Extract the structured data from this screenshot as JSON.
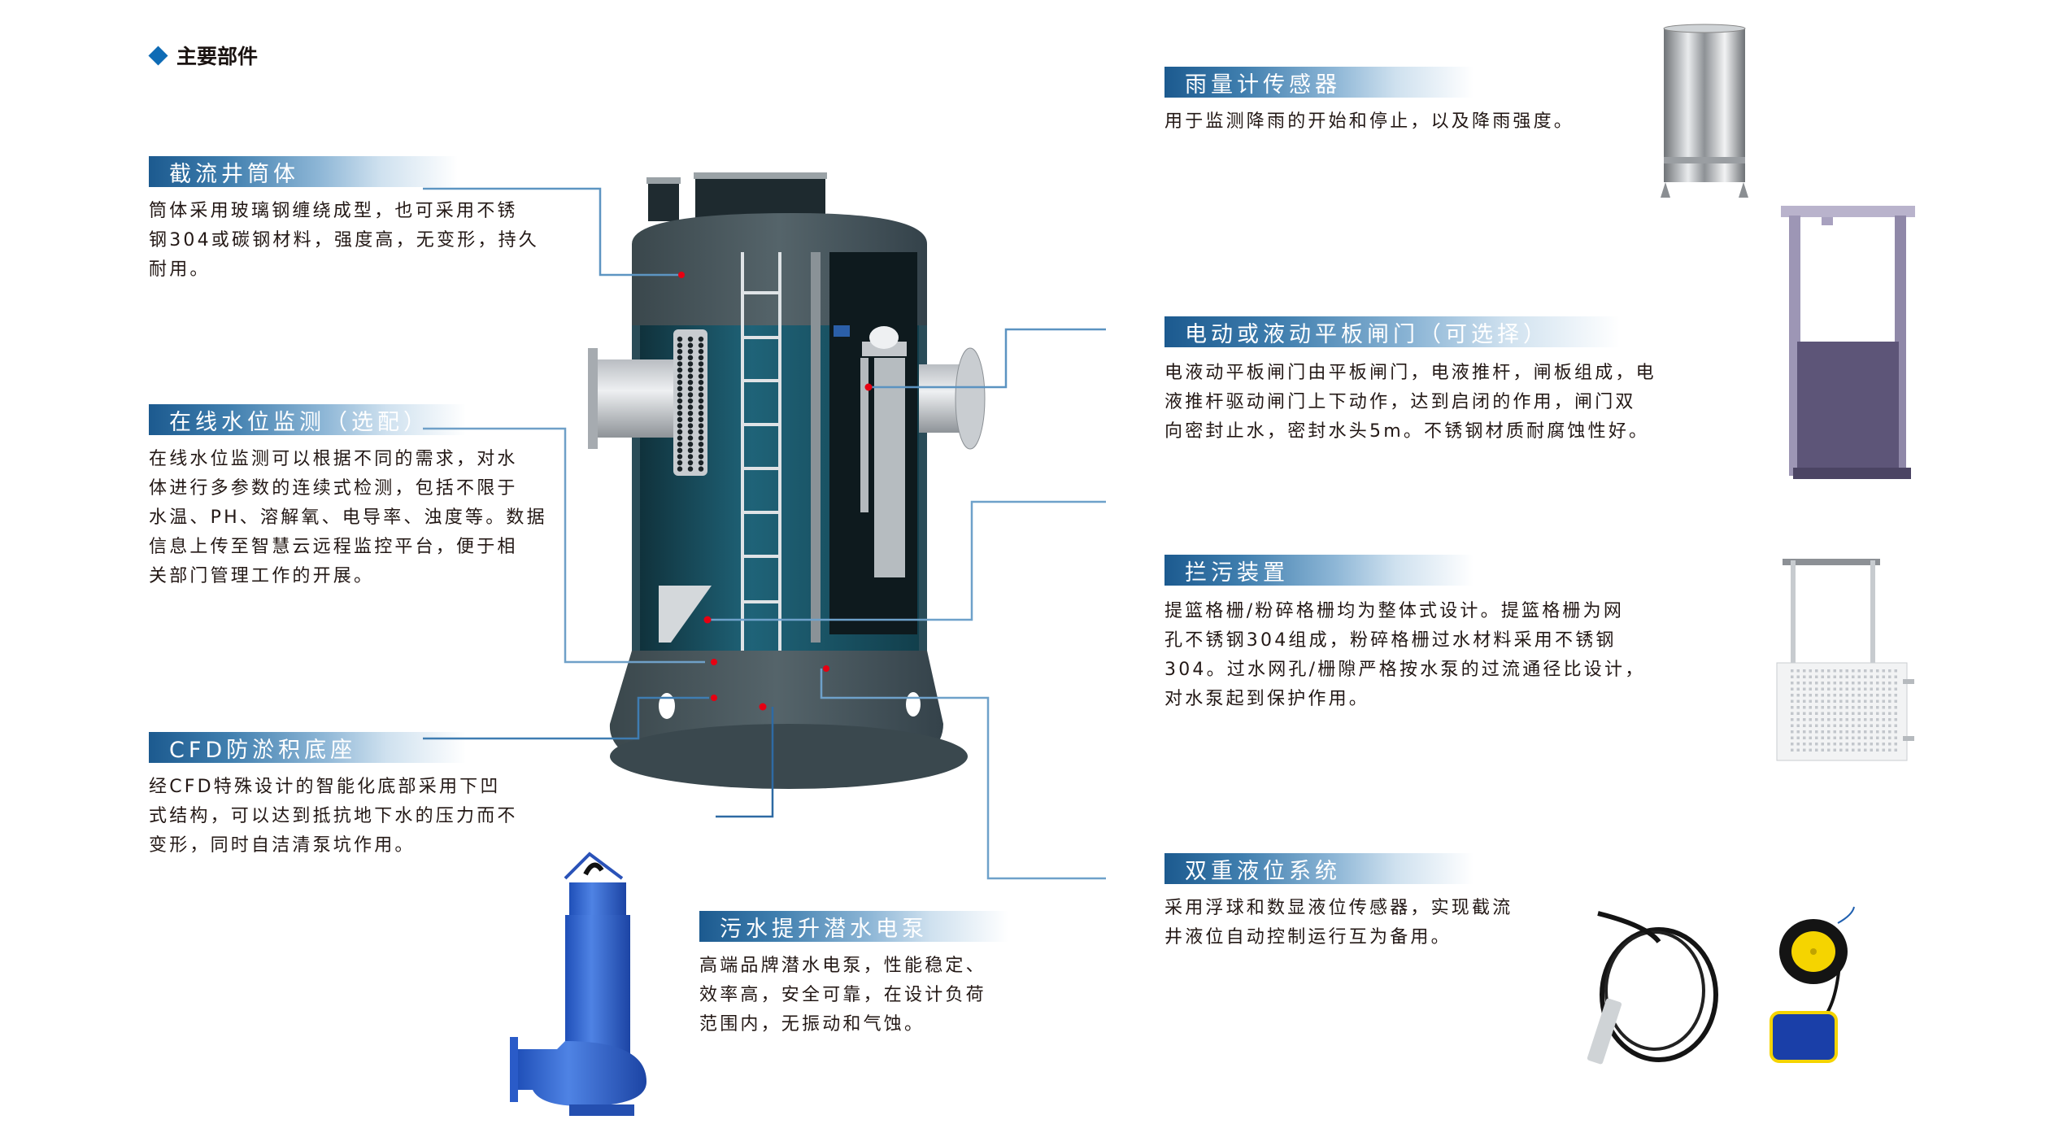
{
  "page": {
    "section_title": "主要部件",
    "section_icon": "diamond-bullet-icon"
  },
  "components": {
    "well_body": {
      "title": "截流井筒体",
      "lines": [
        "筒体采用玻璃钢缠绕成型，也可采用不锈",
        "钢304或碳钢材料，强度高，无变形，持久",
        "耐用。"
      ]
    },
    "water_monitoring": {
      "title": "在线水位监测（选配）",
      "lines": [
        "在线水位监测可以根据不同的需求，对水",
        "体进行多参数的连续式检测，包括不限于",
        "水温、PH、溶解氧、电导率、浊度等。数据",
        "信息上传至智慧云远程监控平台，便于相",
        "关部门管理工作的开展。"
      ]
    },
    "cfd_base": {
      "title": "CFD防淤积底座",
      "lines": [
        "经CFD特殊设计的智能化底部采用下凹",
        "式结构，可以达到抵抗地下水的压力而不",
        "变形，同时自洁清泵坑作用。"
      ]
    },
    "sewage_pump": {
      "title": "污水提升潜水电泵",
      "lines": [
        "高端品牌潜水电泵，性能稳定、",
        "效率高，安全可靠，在设计负荷",
        "范围内，无振动和气蚀。"
      ]
    },
    "rain_gauge": {
      "title": "雨量计传感器",
      "lines": [
        "用于监测降雨的开始和停止，以及降雨强度。"
      ]
    },
    "gate": {
      "title": "电动或液动平板闸门（可选择）",
      "lines": [
        "电液动平板闸门由平板闸门，电液推杆，闸板组成，电",
        "液推杆驱动闸门上下动作，达到启闭的作用，闸门双",
        "向密封止水，密封水头5m。不锈钢材质耐腐蚀性好。"
      ]
    },
    "trash_screen": {
      "title": "拦污装置",
      "lines": [
        "提篮格栅/粉碎格栅均为整体式设计。提篮格栅为网",
        "孔不锈钢304组成，粉碎格栅过水材料采用不锈钢",
        "304。过水网孔/栅隙严格按水泵的过流通径比设计，",
        "对水泵起到保护作用。"
      ]
    },
    "dual_level": {
      "title": "双重液位系统",
      "lines": [
        "采用浮球和数显液位传感器，实现截流",
        "井液位自动控制运行互为备用。"
      ]
    }
  },
  "colors": {
    "heading_dark": "#1c5a8f",
    "connector": "#2a6aa5",
    "marker_dot": "#e60012",
    "well_shell": "#3f4e54",
    "well_interior": "#1f5d6e"
  }
}
